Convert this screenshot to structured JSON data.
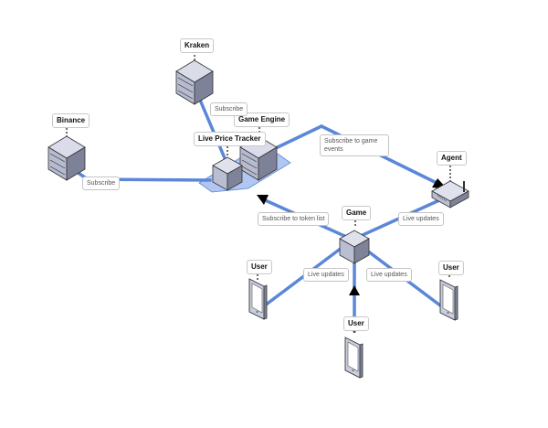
{
  "colors": {
    "link": "#5b87d8",
    "highlight": "#9db8ee",
    "device_top": "#d6d9e6",
    "device_left": "#b5bad0",
    "device_right": "#7c8198",
    "arrow": "#000000"
  },
  "nodes": {
    "kraken": {
      "name": "Kraken",
      "icon": "server-stack-icon"
    },
    "binance": {
      "name": "Binance",
      "icon": "server-stack-icon"
    },
    "game_engine": {
      "name": "Game Engine",
      "icon": "server-stack-icon"
    },
    "live_price_tracker": {
      "name": "Live Price Tracker",
      "icon": "cube-icon"
    },
    "agent": {
      "name": "Agent",
      "icon": "router-icon"
    },
    "game": {
      "name": "Game",
      "icon": "cube-icon"
    },
    "user_left": {
      "name": "User",
      "icon": "smartphone-icon"
    },
    "user_bottom": {
      "name": "User",
      "icon": "smartphone-icon"
    },
    "user_right": {
      "name": "User",
      "icon": "smartphone-icon"
    }
  },
  "edges": {
    "kraken_subscribe": "Subscribe",
    "binance_subscribe": "Subscribe",
    "subscribe_game_events": "Subscribe to game events",
    "subscribe_token_list": "Subscribe to token list",
    "agent_live_updates": "Live updates",
    "left_live_updates": "Live updates",
    "right_live_updates": "Live updates"
  }
}
